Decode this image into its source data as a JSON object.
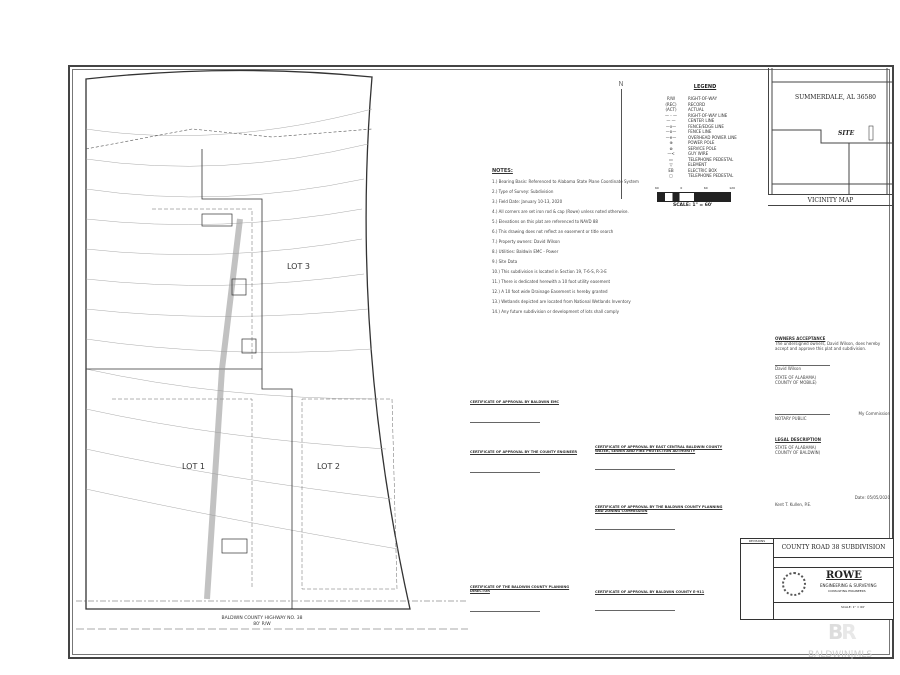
{
  "plat": {
    "lot_labels": [
      "LOT 3",
      "LOT 1",
      "LOT 2"
    ],
    "road_name": "BALDWIN COUNTY HIGHWAY NO. 38",
    "road_row": "80' R/W",
    "north_label": "N"
  },
  "notes": {
    "heading": "NOTES:",
    "items": [
      "1.) Bearing Basis: Referenced to Alabama State Plane Coordinate System",
      "2.) Type of Survey: Subdivision",
      "3.) Field Date: January 10-13, 2020",
      "4.) All corners are set iron rod & cap (Rowe) unless noted otherwise.",
      "5.) Elevations on this plat are referenced to NAVD 88",
      "6.) This drawing does not reflect an easement or title search",
      "7.) Property owners: David Wilson",
      "8.) Utilities: Baldwin EMC - Power",
      "9.) Site Data",
      "10.) This subdivision is located in Section 19, T-6-S, R-3-E",
      "11.) There is dedicated herewith a 10 foot utility easement",
      "12.) A 10 foot wide Drainage Easement is hereby granted",
      "13.) Wetlands depicted are located from National Wetlands Inventory",
      "14.) Any future subdivision or development of lots shall comply"
    ]
  },
  "legend": {
    "heading": "LEGEND",
    "items": [
      {
        "symbol": "R/W",
        "label": "RIGHT-OF-WAY"
      },
      {
        "symbol": "(REC)",
        "label": "RECORD"
      },
      {
        "symbol": "(ACT)",
        "label": "ACTUAL"
      },
      {
        "symbol": "— - —",
        "label": "RIGHT-OF-WAY LINE"
      },
      {
        "symbol": "— —",
        "label": "CENTER LINE"
      },
      {
        "symbol": "—x—",
        "label": "FENCE/EDGE LINE"
      },
      {
        "symbol": "—o—",
        "label": "FENCE LINE"
      },
      {
        "symbol": "—e—",
        "label": "OVERHEAD POWER LINE"
      },
      {
        "symbol": "⊕",
        "label": "POWER POLE"
      },
      {
        "symbol": "⊗",
        "label": "SERVICE POLE"
      },
      {
        "symbol": "—<",
        "label": "GUY WIRE"
      },
      {
        "symbol": "▭",
        "label": "TELEPHONE PEDESTAL"
      },
      {
        "symbol": "▽",
        "label": "ELEMENT"
      },
      {
        "symbol": "EB",
        "label": "ELECTRIC BOX"
      },
      {
        "symbol": "▢",
        "label": "TELEPHONE PEDESTAL"
      }
    ],
    "scale_label": "SCALE: 1\" = 60'",
    "scale_ticks": [
      "60",
      "0",
      "60",
      "120"
    ]
  },
  "vicinity": {
    "city": "SUMMERDALE, AL 36580",
    "site": "SITE",
    "title": "VICINITY MAP"
  },
  "certificates": [
    "CERTIFICATE OF APPROVAL BY BALDWIN EMC",
    "CERTIFICATE OF APPROVAL BY THE COUNTY ENGINEER",
    "CERTIFICATE OF APPROVAL BY EAST CENTRAL BALDWIN COUNTY WATER, SEWER AND FIRE PROTECTION AUTHORITY",
    "CERTIFICATE OF APPROVAL BY THE BALDWIN COUNTY PLANNING AND ZONING COMMISSION",
    "CERTIFICATE OF APPROVAL BY BALDWIN COUNTY E-911",
    "CERTIFICATE OF THE BALDWIN COUNTY PLANNING DIRECTOR"
  ],
  "right_column": {
    "owners_heading": "OWNERS ACCEPTANCE",
    "owners_text": "The undersigned owners, David Wilson, does hereby accept and approve this plat and subdivision.",
    "owner_name": "David Wilson",
    "state": "STATE OF ALABAMA)",
    "county": "COUNTY OF MOBILE)",
    "notary": "NOTARY PUBLIC",
    "commission": "My Commission",
    "legal_heading": "LEGAL DESCRIPTION",
    "legal_state": "STATE OF ALABAMA)",
    "legal_county": "COUNTY OF BALDWIN)",
    "date": "Date: 05/05/2020",
    "surveyor": "Kent T. Kullen, P.E."
  },
  "title_block": {
    "project": "COUNTY ROAD 38 SUBDIVISION",
    "firm": "ROWE",
    "firm_sub": "ENGINEERING & SURVEYING",
    "firm_sub2": "CONSULTING ENGINEERS",
    "revisions_label": "REVISIONS",
    "scale": "SCALE: 1\" = 60'"
  },
  "watermark": {
    "logo": "BR",
    "text": "BALDWIN|MLS"
  }
}
